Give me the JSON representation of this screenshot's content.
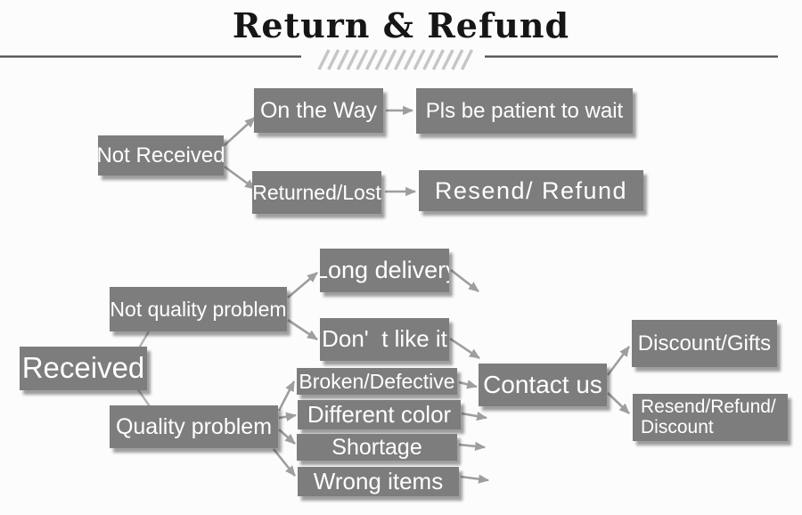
{
  "title": "Return & Refund",
  "colors": {
    "box_fill": "#7d7d7d",
    "box_text": "#ffffff",
    "arrow": "#9e9e9e",
    "connector_line": "#b3b3b3",
    "title_text": "#161616",
    "rule_line": "#4b4b4b",
    "hatch_decoration": "#c6c6c6",
    "background": "#fcfcfc"
  },
  "nodes": {
    "not_received": "Not Received",
    "on_the_way": "On the Way",
    "pls_wait": "Pls be patient to wait",
    "returned_lost": "Returned/Lost",
    "resend_refund": "Resend/ Refund",
    "received": "Received",
    "not_quality_problem": "Not quality problem",
    "long_delivery": "Long delivery",
    "dont_like_it": "Don'  t like it",
    "quality_problem": "Quality problem",
    "broken_defective": "Broken/Defective",
    "different_color": "Different color",
    "shortage": "Shortage",
    "wrong_items": "Wrong items",
    "contact_us": "Contact us",
    "discount_gifts": "Discount/Gifts",
    "resend_refund_discount_line1": "Resend/Refund/",
    "resend_refund_discount_line2": "Discount"
  },
  "edges": [
    {
      "from": "not_received",
      "to": "on_the_way"
    },
    {
      "from": "not_received",
      "to": "returned_lost"
    },
    {
      "from": "on_the_way",
      "to": "pls_wait"
    },
    {
      "from": "returned_lost",
      "to": "resend_refund"
    },
    {
      "from": "received",
      "to": "not_quality_problem"
    },
    {
      "from": "received",
      "to": "quality_problem"
    },
    {
      "from": "not_quality_problem",
      "to": "long_delivery"
    },
    {
      "from": "not_quality_problem",
      "to": "dont_like_it"
    },
    {
      "from": "long_delivery",
      "to": "contact_us"
    },
    {
      "from": "dont_like_it",
      "to": "contact_us"
    },
    {
      "from": "quality_problem",
      "to": "broken_defective"
    },
    {
      "from": "quality_problem",
      "to": "different_color"
    },
    {
      "from": "quality_problem",
      "to": "shortage"
    },
    {
      "from": "quality_problem",
      "to": "wrong_items"
    },
    {
      "from": "broken_defective",
      "to": "contact_us"
    },
    {
      "from": "different_color",
      "to": "contact_us"
    },
    {
      "from": "shortage",
      "to": "contact_us"
    },
    {
      "from": "wrong_items",
      "to": "contact_us"
    },
    {
      "from": "contact_us",
      "to": "discount_gifts"
    },
    {
      "from": "contact_us",
      "to": "resend_refund_discount"
    }
  ]
}
